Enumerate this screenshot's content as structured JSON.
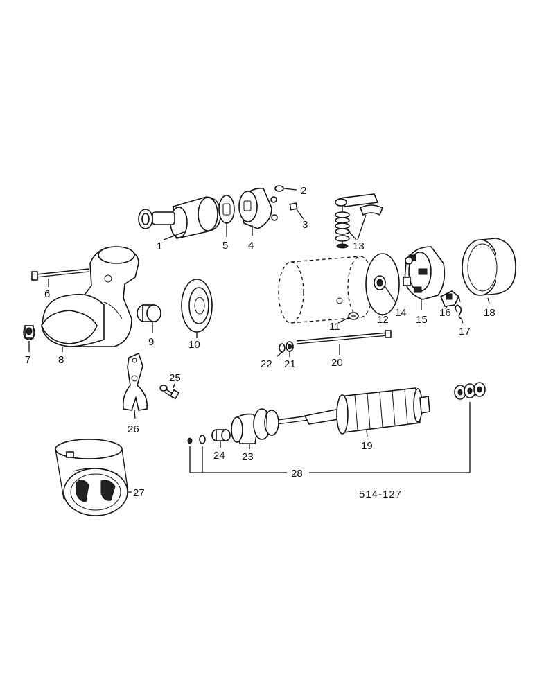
{
  "diagram": {
    "reference": "514-127",
    "callouts": {
      "c1": "1",
      "c2": "2",
      "c3": "3",
      "c4": "4",
      "c5": "5",
      "c6": "6",
      "c7": "7",
      "c8": "8",
      "c9": "9",
      "c10": "10",
      "c11": "11",
      "c12": "12",
      "c13": "13",
      "c14": "14",
      "c15": "15",
      "c16": "16",
      "c17": "17",
      "c18": "18",
      "c19": "19",
      "c20": "20",
      "c21": "21",
      "c22": "22",
      "c23": "23",
      "c24": "24",
      "c25": "25",
      "c26": "26",
      "c27": "27",
      "c28": "28"
    }
  }
}
